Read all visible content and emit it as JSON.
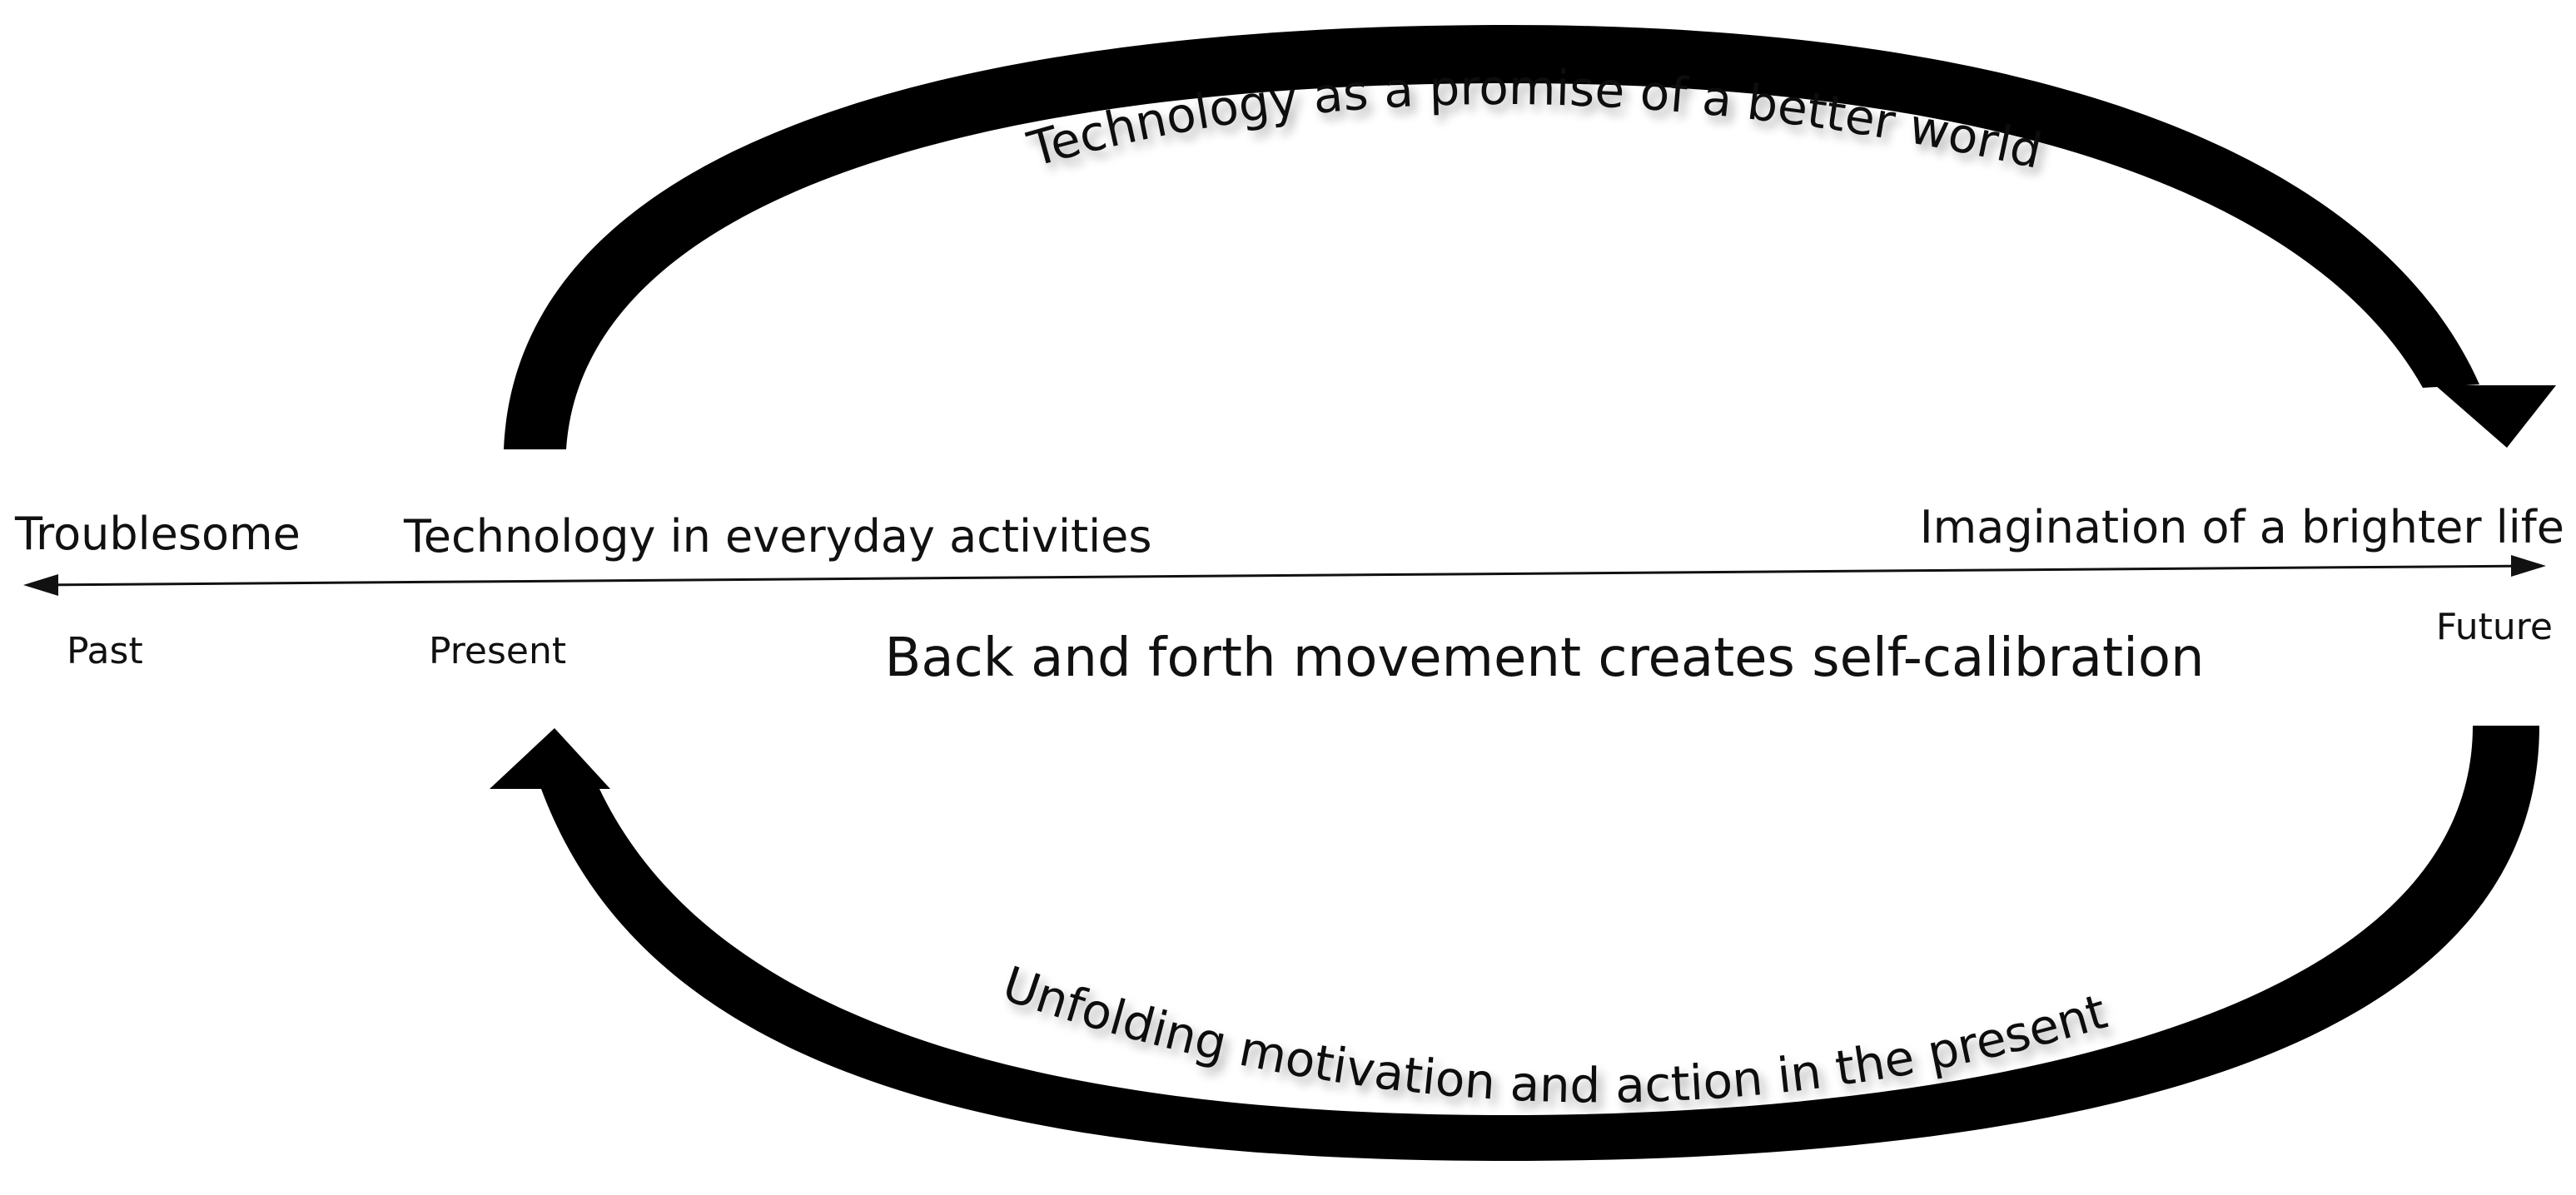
{
  "timeline": {
    "left_top_label": "Troublesome",
    "left_bottom_label": "Past",
    "present_top_label": "Technology in everyday activities",
    "present_bottom_label": "Present",
    "right_top_label": "Imagination of a brighter life",
    "right_bottom_label": "Future"
  },
  "center_caption": "Back and forth movement creates self-calibration",
  "top_arc_label": "Technology as a promise of a better world",
  "bottom_arc_label": "Unfolding motivation and action in the present",
  "colors": {
    "ink": "#111111",
    "background": "#ffffff"
  }
}
